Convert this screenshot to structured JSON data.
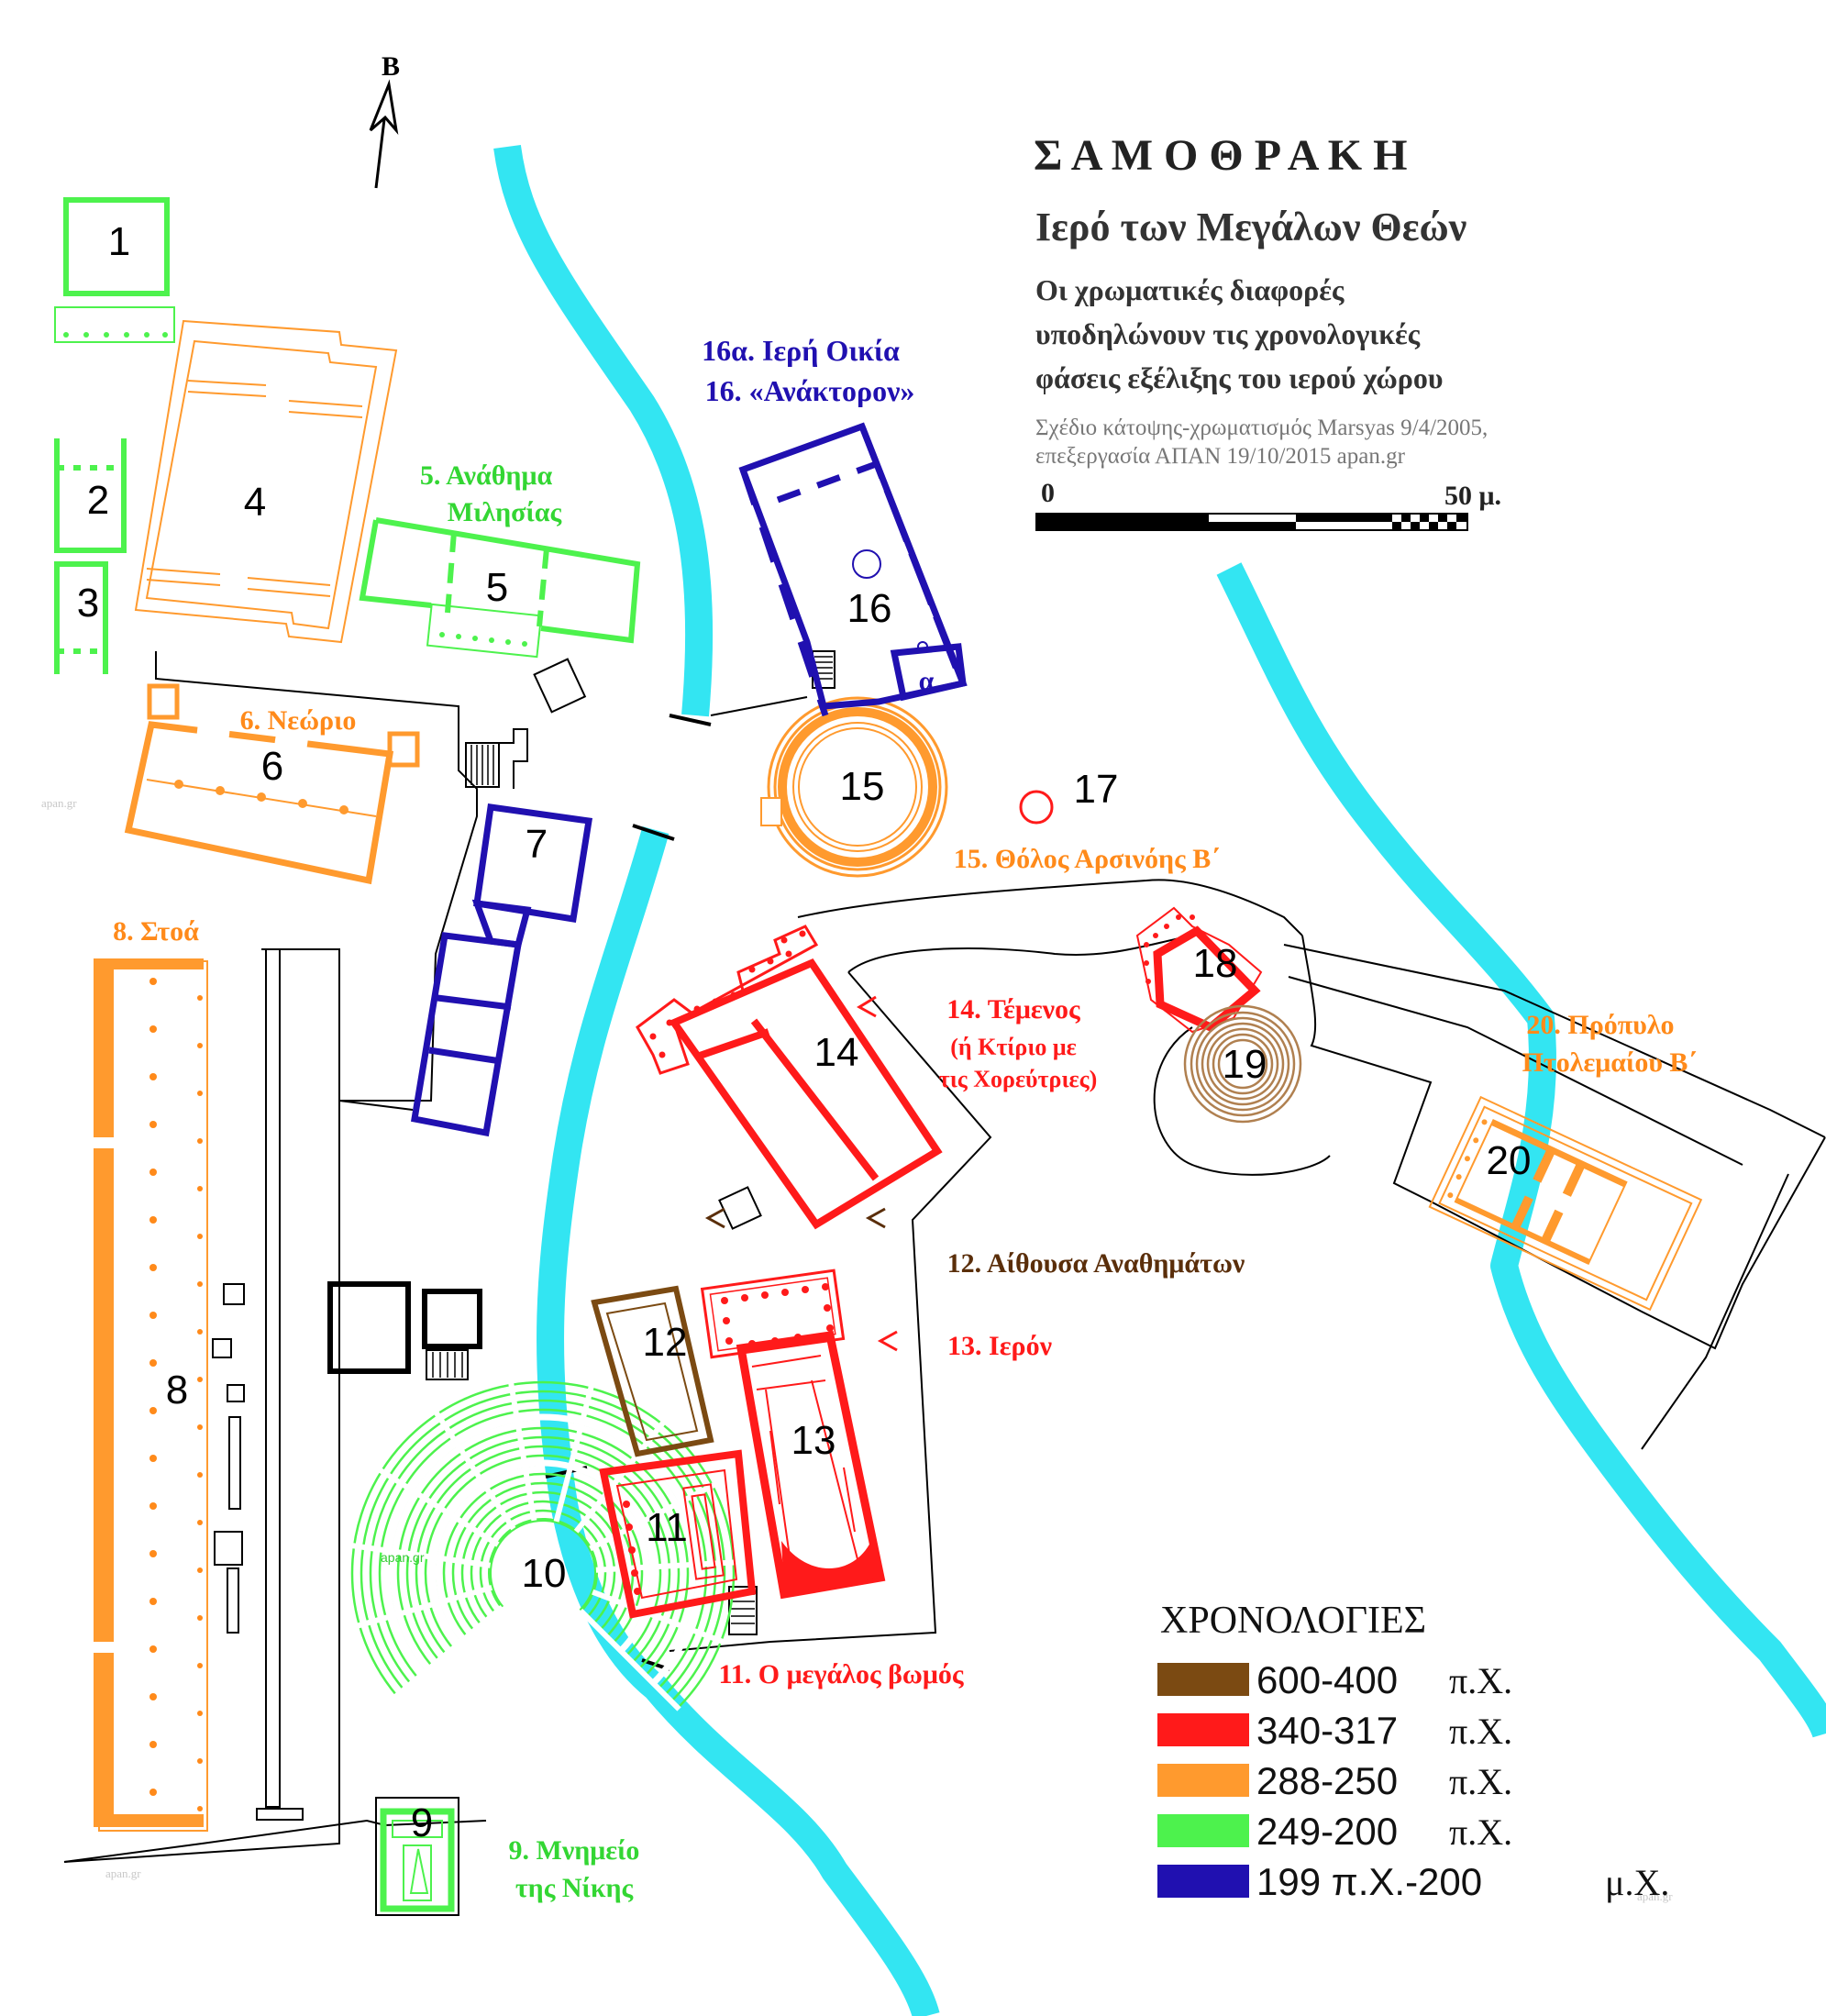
{
  "colors": {
    "river": "#33e5f2",
    "brown": "#7b4a12",
    "red": "#ff1a1a",
    "orange": "#ff9a2e",
    "green": "#4df24d",
    "blue": "#2010b0",
    "black": "#000000",
    "dot_orange": "#ff8a1a"
  },
  "north_label": "Β",
  "title": {
    "line1": "Σ Α Μ Ο Θ Ρ Α Κ Η",
    "line2": "Ιερό των Μεγάλων Θεών",
    "desc1": "Οι χρωματικές διαφορές",
    "desc2": "υποδηλώνουν τις χρονολογικές",
    "desc3": "φάσεις εξέλιξης του ιερού χώρου",
    "credit1": "Σχέδιο κάτοψης-χρωματισμός Marsyas 9/4/2005,",
    "credit2": "επεξεργασία ΑΠΑΝ 19/10/2015 apan.gr"
  },
  "scale": {
    "start": "0",
    "end": "50 μ."
  },
  "watermark": "apan.gr",
  "numbers": [
    "1",
    "2",
    "3",
    "4",
    "5",
    "6",
    "7",
    "8",
    "9",
    "10",
    "11",
    "12",
    "13",
    "14",
    "15",
    "16",
    "17",
    "18",
    "19",
    "20",
    "α"
  ],
  "labels": {
    "l5a": "5. Ανάθημα",
    "l5b": "Μιλησίας",
    "l6": "6. Νεώριο",
    "l8": "8. Στοά",
    "l9a": "9. Μνημείο",
    "l9b": "της Νίκης",
    "l11": "11. Ο μεγάλος βωμός",
    "l12": "12. Αίθουσα Αναθημάτων",
    "l13": "13. Ιερόν",
    "l14a": "14. Τέμενος",
    "l14b": "(ή Κτίριο με",
    "l14c": "τις Χορεύτριες)",
    "l15": "15. Θόλος Αρσινόης Β΄",
    "l16a": "16α. Ιερή Οικία",
    "l16b": "16. «Ανάκτορον»",
    "l20a": "20. Πρόπυλο",
    "l20b": "Πτολεμαίου Β΄"
  },
  "legend": {
    "heading": "ΧΡΟΝΟΛΟΓΙΕΣ",
    "items": [
      {
        "range": "600-400",
        "era": "π.Χ.",
        "color": "#7b4a12"
      },
      {
        "range": "340-317",
        "era": "π.Χ.",
        "color": "#ff1a1a"
      },
      {
        "range": "288-250",
        "era": "π.Χ.",
        "color": "#ff9a2e"
      },
      {
        "range": "249-200",
        "era": "π.Χ.",
        "color": "#4df24d"
      },
      {
        "range": "199 π.Χ.-200",
        "era": "μ.Χ.",
        "color": "#2010b0"
      }
    ]
  }
}
